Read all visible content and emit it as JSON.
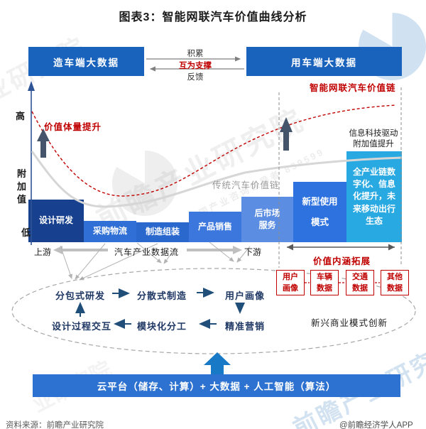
{
  "title": "图表3：智能网联汽车价值曲线分析",
  "top_flow": {
    "left_box": "造车端大数据",
    "right_box": "用车端大数据",
    "arrow_top_label": "积累",
    "arrow_mid_label": "互为支撑",
    "arrow_bottom_label": "反馈"
  },
  "axis": {
    "high": "高",
    "ylabel": "附加值",
    "low": "低"
  },
  "curve_labels": {
    "value_volume": "价值体量提升",
    "icv_chain": "智能网联汽车价值链",
    "traditional_chain": "传统汽车价值链",
    "info_tech_lines": [
      "信息科技驱动",
      "附加值提升"
    ]
  },
  "bars": [
    {
      "name": "design-rd",
      "label_lines": [
        "设计研发"
      ],
      "color": "#17418f"
    },
    {
      "name": "procurement-logistics",
      "label_lines": [
        "采购物流"
      ],
      "color": "#2f6fd6"
    },
    {
      "name": "manufacturing-assembly",
      "label_lines": [
        "制造组装"
      ],
      "color": "#2a68ce"
    },
    {
      "name": "product-sales",
      "label_lines": [
        "产品销售"
      ],
      "color": "#3b77dd"
    },
    {
      "name": "aftermarket-service",
      "label_lines": [
        "后市场",
        "服务"
      ],
      "color": "#5b8ee2"
    },
    {
      "name": "new-usage-model",
      "label_lines": [
        "新型使用",
        "模式"
      ],
      "color": "#2e72e0"
    },
    {
      "name": "full-chain-digitalization",
      "label_lines": [
        "全产业链数",
        "字化、信息",
        "化提升，未",
        "来移动出行",
        "生态"
      ],
      "color": "#29a9e1"
    }
  ],
  "flow_row": {
    "upstream": "上游",
    "data_flow": "汽车产业数据流",
    "downstream": "下游",
    "value_extension": "价值内涵拓展"
  },
  "data_boxes": [
    {
      "label_lines": [
        "用户",
        "画像"
      ]
    },
    {
      "label_lines": [
        "车辆",
        "数据"
      ]
    },
    {
      "label_lines": [
        "交通",
        "数据"
      ]
    },
    {
      "label_lines": [
        "其他",
        "数据"
      ]
    }
  ],
  "ellipse_flow": {
    "top_row": [
      "分包式研发",
      "分散式制造",
      "用户画像"
    ],
    "bottom_row": [
      "设计过程交互",
      "模块化分工",
      "精准营销"
    ],
    "caption": "新兴商业模式创新"
  },
  "platform_bar": {
    "label": "云平台（储存、计算）+ 大数据 + 人工智能（算法）"
  },
  "footer": {
    "source": "资料来源：前瞻产业研究院",
    "brand": "@前瞻经济学人APP"
  },
  "watermark": {
    "main": "前瞻产业研究院",
    "sub": "中国产业咨询领导者 839599",
    "corner": "前瞻产业研究院",
    "partial": "业研究院"
  },
  "colors": {
    "primary_blue": "#1a63bd",
    "platform_blue": "#2d72d0",
    "cyan_bar": "#29a9e1",
    "red_accent": "#c00000",
    "navy_text": "#1f3864",
    "gray_curve": "#d6d6d6",
    "dark_arrow": "#44546a",
    "gray_arrow": "#bfbfbf"
  }
}
